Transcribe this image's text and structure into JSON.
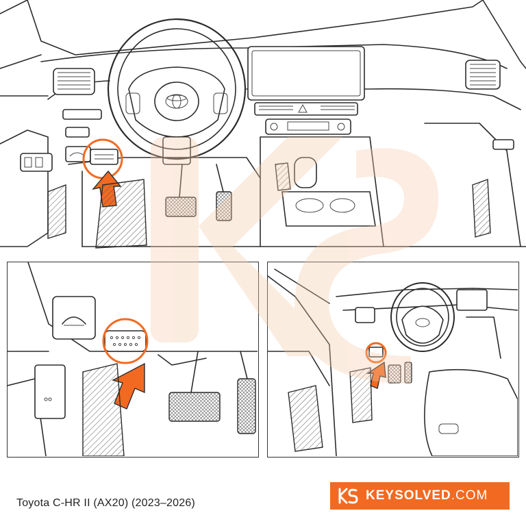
{
  "caption": "Toyota C-HR II (AX20) (2023–2026)",
  "brand": {
    "name": "KEYSOLVED",
    "suffix": ".COM",
    "color": "#f26a21"
  },
  "highlight_color": "#f26a21",
  "panels": {
    "main": "dashboard-overview",
    "closeup": "obd-port-closeup",
    "door_view": "driver-door-view"
  }
}
